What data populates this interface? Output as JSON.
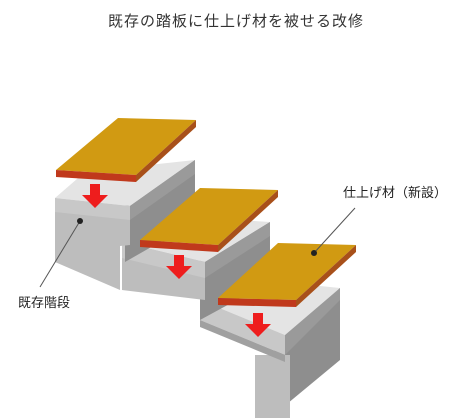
{
  "title": "既存の踏板に仕上げ材を被せる改修",
  "labels": {
    "finish_material": "仕上げ材（新設）",
    "existing_stairs": "既存階段"
  },
  "colors": {
    "board_top": "#D19A12",
    "board_edge": "#C0391C",
    "step_top": "#E4E4E4",
    "step_side": "#8E8E8E",
    "step_front": "#BDBDBD",
    "arrow": "#EE1D1D"
  }
}
